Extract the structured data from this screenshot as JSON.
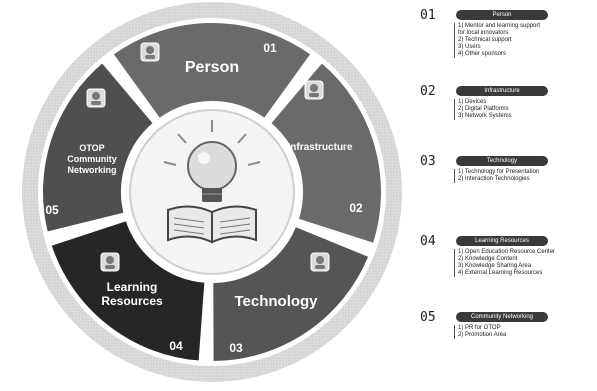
{
  "center": {
    "icon": "lightbulb-book-icon"
  },
  "segments": [
    {
      "id": "01",
      "label": "Person",
      "number": "01",
      "icon": "person-icon",
      "color": "#6a6a6a"
    },
    {
      "id": "02",
      "label": "Infrastructure",
      "number": "02",
      "icon": "globe-icon",
      "color": "#6a6a6a"
    },
    {
      "id": "03",
      "label": "Technology",
      "number": "03",
      "icon": "monitor-icon",
      "color": "#555555"
    },
    {
      "id": "04",
      "label": "Learning Resources",
      "number": "04",
      "icon": "document-search-icon",
      "color": "#262626"
    },
    {
      "id": "05",
      "label": "OTOP Community Networking",
      "number": "05",
      "icon": "network-icon",
      "color": "#4f4f4f"
    }
  ],
  "legend": [
    {
      "number": "01",
      "heading": "Person",
      "items": [
        "1) Mentor and learning support",
        "for local innovators",
        "2) Technical support",
        "3) Users",
        "4) Other sponsors"
      ]
    },
    {
      "number": "02",
      "heading": "Infrastructure",
      "items": [
        "1) Devices",
        "2) Digital Platforms",
        "3) Network Systems"
      ]
    },
    {
      "number": "03",
      "heading": "Technology",
      "items": [
        "1) Technology for Presentation",
        "2) Interaction Technologies"
      ]
    },
    {
      "number": "04",
      "heading": "Learning Resources",
      "items": [
        "1) Open Education Resource Center",
        "2) Knowledge Content",
        "3) Knowledge Sharing Area",
        "4) External Learning Resources"
      ]
    },
    {
      "number": "05",
      "heading": "Community Networking",
      "items": [
        "1) PR for OTOP",
        "2) Promotion Area"
      ]
    }
  ]
}
